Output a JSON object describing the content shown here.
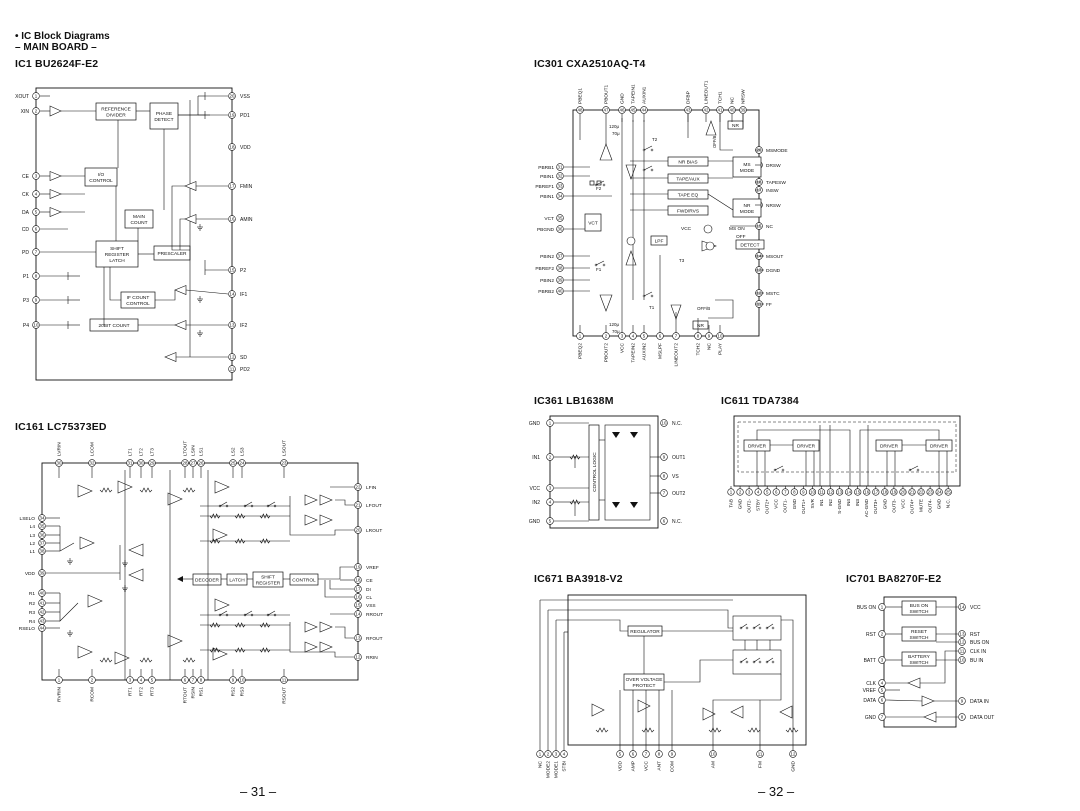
{
  "header": {
    "line1": "• IC Block Diagrams",
    "line2": "– MAIN  BOARD –"
  },
  "titles": {
    "ic1": "IC1    BU2624F-E2",
    "ic301": "IC301    CXA2510AQ-T4",
    "ic161": "IC161    LC75373ED",
    "ic361": "IC361    LB1638M",
    "ic611": "IC611    TDA7384",
    "ic671": "IC671    BA3918-V2",
    "ic701": "IC701    BA8270F-E2"
  },
  "pages": {
    "left": "– 31 –",
    "right": "– 32 –"
  },
  "ic1": {
    "left_pins": [
      "XOUT",
      "XIN",
      "CE",
      "CK",
      "DA",
      "CD",
      "PD",
      "P1",
      "P3",
      "P4"
    ],
    "left_nums": [
      "1",
      "2",
      "3",
      "4",
      "5",
      "6",
      "7",
      "8",
      "9",
      "10"
    ],
    "right_pins": [
      "VSS",
      "PD1",
      "VDD",
      "FMIN",
      "AMIN",
      "P2",
      "IF1",
      "IF2",
      "SD",
      "PD2"
    ],
    "right_nums": [
      "20",
      "19",
      "18",
      "17",
      "16",
      "15",
      "14",
      "13",
      "12",
      "11"
    ],
    "blocks": {
      "ref": "REFERENCE",
      "div": "DIVIDER",
      "phase": "PHASE",
      "detect": "DETECT",
      "io": "I/O",
      "control": "CONTROL",
      "main": "MAIN",
      "count": "COUNT",
      "shift": "SHIFT",
      "register": "REGISTER",
      "latch": "LATCH",
      "prescaler": "PRESCALER",
      "ifcount": "IF COUNT",
      "ifcontrol": "CONTROL",
      "bit": "20BIT COUNT"
    }
  },
  "ic301": {
    "top_pins": [
      "PBEQ1",
      "PBOUT1",
      "GND",
      "TAPEIN1",
      "AUXIN1",
      "DFBP",
      "LINEOUT1",
      "TCH1",
      "NC",
      "NRSW"
    ],
    "top_nums": [
      "48",
      "47",
      "46",
      "45",
      "44",
      "43",
      "42",
      "41",
      "40",
      "39"
    ],
    "left_pins": [
      "PBRB1",
      "PBIN1",
      "PBREF1",
      "PBIN1",
      "VCT",
      "PBGND",
      "PBIN2",
      "PBREF2",
      "PBIN2",
      "PBRB2"
    ],
    "left_nums": [
      "31",
      "32",
      "33",
      "34",
      "35",
      "36",
      "37",
      "38",
      "39",
      "40"
    ],
    "right_pins": [
      "MSMODE",
      "DRSW",
      "TAPESW",
      "INSW",
      "NRSW",
      "NC",
      "MSOUT",
      "DGND",
      "MSTC",
      "FF"
    ],
    "right_nums": [
      "20",
      "19",
      "18",
      "17",
      "16",
      "15",
      "14",
      "13",
      "12",
      "11"
    ],
    "bottom_pins": [
      "PBEQ2",
      "PBOUT2",
      "VCC",
      "TAPEIN2",
      "AUXIN2",
      "MSLPF",
      "LINEOUT2",
      "TCH2",
      "NC",
      "PLAY"
    ],
    "bottom_nums": [
      "1",
      "2",
      "3",
      "4",
      "5",
      "6",
      "7",
      "8",
      "9",
      "10"
    ],
    "blocks": {
      "nr": "NR",
      "nrbias": "NR BIAS",
      "tapeaux": "TAPE/AUX",
      "tapeeq": "TAPE EQ",
      "fwdrvs": "FWD/RVS",
      "ms": "MS",
      "mode": "MODE",
      "nrmode": "NR",
      "nrmode2": "MODE",
      "vct": "VCT",
      "lpf": "LPF",
      "detect": "DETECT",
      "vcc": "VCC",
      "mson": "MS ON",
      "off": "OFF",
      "c1": "120μ",
      "c2": "70μ",
      "c3": "120μ",
      "c4": "70μ",
      "offb": "OFF/B",
      "offb2": "OFF/B",
      "t1": "T1",
      "t2": "T2",
      "t3": "T3",
      "f1": "F1",
      "f2": "F2"
    }
  },
  "ic161": {
    "top_pins": [
      "LVRIN",
      "LCOM",
      "LT1",
      "LT2",
      "LT3",
      "LTOUT",
      "LSIN",
      "LS1",
      "LS2",
      "LS3",
      "LSOUT"
    ],
    "top_nums": [
      "30",
      "32",
      "31",
      "30",
      "29",
      "28",
      "27",
      "26",
      "25",
      "24",
      "23"
    ],
    "left_pins": [
      "LSELO",
      "L4",
      "L3",
      "L2",
      "L1",
      "VDD",
      "R1",
      "R2",
      "R3",
      "R4",
      "RSELO"
    ],
    "left_nums": [
      "34",
      "35",
      "36",
      "37",
      "38",
      "39",
      "40",
      "41",
      "42",
      "43",
      "44"
    ],
    "right_pins": [
      "LFIN",
      "LFOUT",
      "LROUT",
      "VREF",
      "CE",
      "DI",
      "CL",
      "VSS",
      "RROUT",
      "RFOUT",
      "RRIN"
    ],
    "right_nums": [
      "22",
      "21",
      "20",
      "19",
      "18",
      "17",
      "16",
      "15",
      "14",
      "13",
      "12"
    ],
    "bottom_pins": [
      "RVRIN",
      "RCOM",
      "RT1",
      "RT2",
      "RT3",
      "RTOUT",
      "RSIN",
      "RS1",
      "RS2",
      "RS3",
      "RSOUT"
    ],
    "bottom_nums": [
      "1",
      "2",
      "3",
      "4",
      "5",
      "6",
      "7",
      "8",
      "9",
      "10",
      "11"
    ],
    "blocks": {
      "decoder": "DECODER",
      "latch": "LATCH",
      "shift": "SHIFT",
      "register": "REGISTER",
      "control": "CONTROL"
    }
  },
  "ic361": {
    "left_pins": [
      "GND",
      "IN1",
      "VCC",
      "IN2",
      "GND"
    ],
    "left_nums": [
      "1",
      "2",
      "3",
      "4",
      "5"
    ],
    "right_pins": [
      "N.C.",
      "OUT1",
      "VS",
      "OUT2",
      "N.C."
    ],
    "right_nums": [
      "10",
      "9",
      "8",
      "7",
      "6"
    ],
    "logic": "CONTROL LOGIC"
  },
  "ic611": {
    "drivers": [
      "DRIVER",
      "DRIVER",
      "DRIVER",
      "DRIVER"
    ],
    "bottom_pins": [
      "TAB",
      "GND",
      "OUT2-",
      "STBY",
      "OUT2+",
      "VCC",
      "OUT1-",
      "GND",
      "OUT1+",
      "SVR",
      "IN1",
      "IN2",
      "S-GND",
      "IN4",
      "IN3",
      "AC-GND",
      "OUT3+",
      "GND",
      "OUT3-",
      "VCC",
      "OUT4+",
      "MUTE",
      "OUT4-",
      "GND",
      "N.C."
    ],
    "bottom_nums": [
      "1",
      "2",
      "3",
      "4",
      "5",
      "6",
      "7",
      "8",
      "9",
      "10",
      "11",
      "12",
      "13",
      "14",
      "15",
      "16",
      "17",
      "18",
      "19",
      "20",
      "21",
      "22",
      "23",
      "24",
      "25"
    ]
  },
  "ic671": {
    "regulator": "REGULATOR",
    "ovp1": "OVER VOLTAGE",
    "ovp2": "PROTECT",
    "bottom_pins": [
      "NC",
      "MODE2",
      "MODE1",
      "STBI",
      "VDD",
      "AMP",
      "VCC",
      "ANT",
      "COM",
      "AM",
      "FM",
      "GND"
    ],
    "bottom_nums": [
      "1",
      "2",
      "3",
      "4",
      "5",
      "6",
      "7",
      "8",
      "9",
      "10",
      "11",
      "12"
    ]
  },
  "ic701": {
    "left_pins": [
      "BUS ON",
      "RST",
      "BATT",
      "CLK",
      "VREF",
      "DATA",
      "GND"
    ],
    "left_nums": [
      "1",
      "2",
      "3",
      "4",
      "5",
      "6",
      "7"
    ],
    "right_pins": [
      "VCC",
      "RST",
      "BUS ON",
      "CLK IN",
      "BU IN",
      "DATA IN",
      "DATA OUT"
    ],
    "right_nums": [
      "14",
      "13",
      "12",
      "11",
      "10",
      "9",
      "8"
    ],
    "blocks": {
      "b1a": "BUS ON",
      "b1b": "SWITCH",
      "b2a": "RESET",
      "b2b": "SWITCH",
      "b3a": "BATTERY",
      "b3b": "SWITCH"
    }
  }
}
